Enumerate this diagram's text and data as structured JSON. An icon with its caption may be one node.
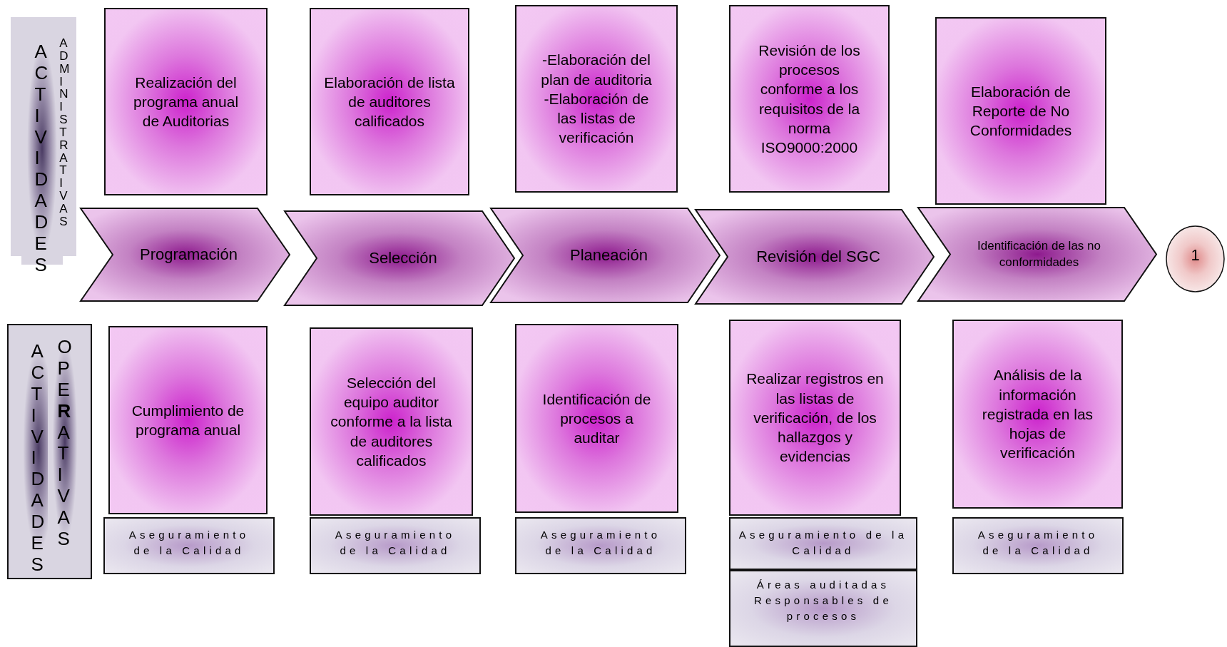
{
  "diagram": {
    "nodes": [
      {
        "text": [
          "ACTIVIDADES",
          "ADMINISTRATIVAS"
        ]
      },
      {
        "text": [
          "Realización del programa anual de Auditorias"
        ]
      },
      {
        "text": [
          "Elaboración de lista de auditores calificados"
        ]
      },
      {
        "text": [
          "-Elaboración del plan de auditoria -Elaboración de las listas de verificación"
        ]
      },
      {
        "text": [
          "Revisión de los procesos conforme a los requisitos de la norma ISO9000:2000"
        ]
      },
      {
        "text": [
          "Elaboración de Reporte de  No Conformidades"
        ]
      },
      {
        "text": [
          "Programación"
        ]
      },
      {
        "text": [
          "Selección"
        ]
      },
      {
        "text": [
          "Planeación"
        ]
      },
      {
        "text": [
          "Revisión del SGC"
        ]
      },
      {
        "text": [
          "Identificación de las no conformidades"
        ]
      },
      {
        "text": [
          "1"
        ]
      },
      {
        "text": [
          "ACTIVIDADES",
          "OPE**R**ATIVAS"
        ]
      },
      {
        "text": [
          "Cumplimiento de programa anual"
        ]
      },
      {
        "text": [
          "Selección del equipo auditor conforme a la lista de auditores calificados"
        ]
      },
      {
        "text": [
          "Identificación de procesos a auditar"
        ]
      },
      {
        "text": [
          "Realizar registros en las listas de verificación, de los hallazgos y evidencias"
        ]
      },
      {
        "text": [
          "Análisis de la información registrada en las hojas de verificación"
        ]
      },
      {
        "text": [
          "Aseguramiento de la Calidad"
        ]
      },
      {
        "text": [
          "Aseguramiento de la Calidad"
        ]
      },
      {
        "text": [
          "Aseguramiento de la Calidad"
        ]
      },
      {
        "text": [
          "Aseguramiento de la Calidad"
        ]
      },
      {
        "text": [
          "Áreas auditadas Responsables de procesos"
        ]
      },
      {
        "text": [
          "Aseguramiento de la Calidad"
        ]
      }
    ]
  }
}
